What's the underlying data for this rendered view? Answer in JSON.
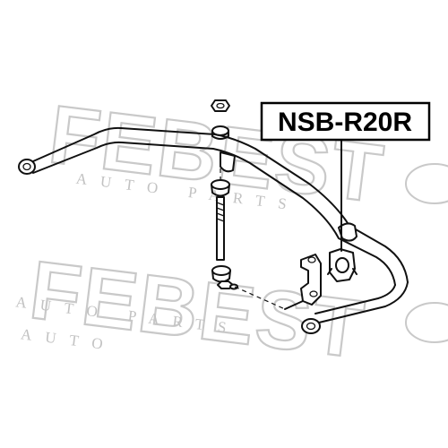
{
  "part_label": "NSB-R20R",
  "watermark": {
    "brand": "FEBEST",
    "tagline_top": "AUTO PARTS",
    "tagline_mid": "AUTO PARTS",
    "tagline_bottom": "AUTO"
  },
  "colors": {
    "ink": "#111111",
    "watermark": "#c9c9c9",
    "background": "#ffffff"
  }
}
